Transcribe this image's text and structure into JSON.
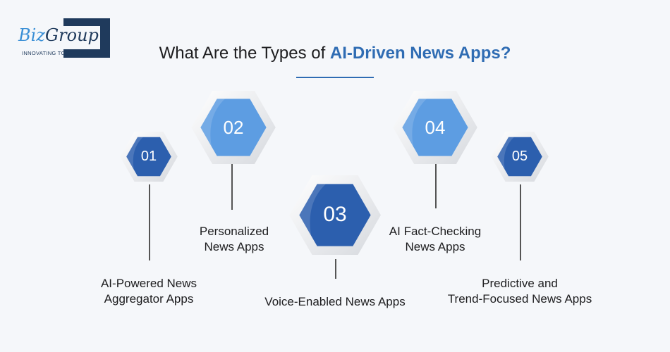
{
  "logo": {
    "brand_prefix": "Biz",
    "brand_suffix": "Group",
    "tagline": "INNOVATING TOGETHER"
  },
  "header": {
    "title_plain": "What Are the Types of ",
    "title_highlight": "AI-Driven News Apps?"
  },
  "colors": {
    "dark_blue": "#2c5fae",
    "light_blue": "#5d9de2",
    "accent": "#2f6cb3"
  },
  "types": [
    {
      "number": "01",
      "line1": "AI-Powered News",
      "line2": "Aggregator Apps"
    },
    {
      "number": "02",
      "line1": "Personalized",
      "line2": "News Apps"
    },
    {
      "number": "03",
      "line1": "Voice-Enabled News Apps",
      "line2": ""
    },
    {
      "number": "04",
      "line1": "AI Fact-Checking",
      "line2": "News Apps"
    },
    {
      "number": "05",
      "line1": "Predictive and",
      "line2": "Trend-Focused News Apps"
    }
  ]
}
